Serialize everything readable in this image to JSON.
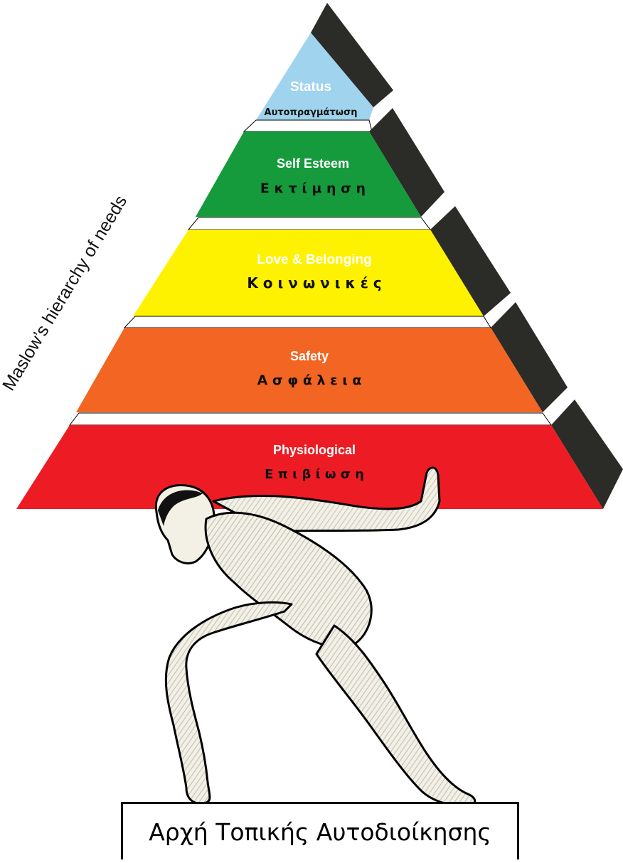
{
  "diagram": {
    "side_label": "Maslow’s hierarchy of needs",
    "levels": [
      {
        "title": "Status",
        "subtitle": "Αυτοπραγμάτωση",
        "color": "#9fd3ee"
      },
      {
        "title": "Self Esteem",
        "subtitle": "Ε κ τ ί μ η σ η",
        "color": "#159a3c"
      },
      {
        "title": "Love & Belonging",
        "subtitle": "Κ ο ι ν ω ν ι κ έ ς",
        "color": "#fff200"
      },
      {
        "title": "Safety",
        "subtitle": "Α σ φ ά λ ε ι α",
        "color": "#f26522"
      },
      {
        "title": "Physiological",
        "subtitle": "Ε π ι β ί ω σ η",
        "color": "#ed1c24"
      }
    ],
    "side_face_color": "#2b2b28",
    "figure_icon": "atlas-figure-illustration",
    "footer": "Αρχή Τοπικής Αυτοδιοίκησης"
  }
}
